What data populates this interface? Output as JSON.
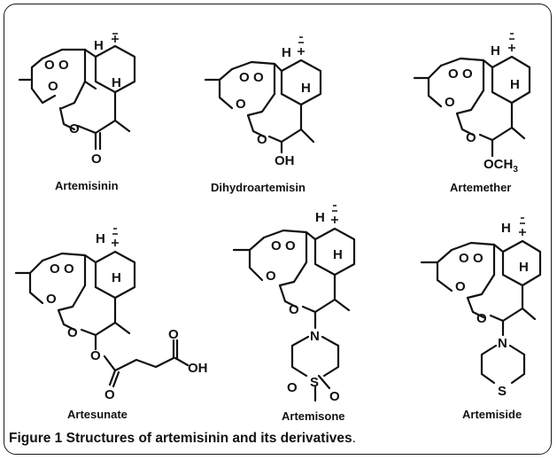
{
  "figure": {
    "number": "Figure 1",
    "caption": "Structures of artemisinin and its derivatives",
    "caption_end": "."
  },
  "compounds": [
    {
      "id": "artemisinin",
      "name": "Artemisinin",
      "c10": "lactone",
      "o_label": "O"
    },
    {
      "id": "dihydroartemisinin",
      "name": "Dihydroartemisin",
      "c10": "hydroxyl",
      "oh_label": "OH"
    },
    {
      "id": "artemether",
      "name": "Artemether",
      "c10": "methoxy",
      "och3_label": "OCH",
      "och3_sub": "3"
    },
    {
      "id": "artesunate",
      "name": "Artesunate",
      "c10": "succinate",
      "o_label": "O",
      "oh_label": "OH"
    },
    {
      "id": "artemisone",
      "name": "Artemisone",
      "c10": "thiomorpholine-dioxide",
      "n_label": "N",
      "s_label": "S",
      "o_label": "O"
    },
    {
      "id": "artemiside",
      "name": "Artemiside",
      "c10": "thiomorpholine",
      "n_label": "N",
      "s_label": "S"
    }
  ],
  "atom_labels": {
    "H": "H",
    "O": "O"
  }
}
